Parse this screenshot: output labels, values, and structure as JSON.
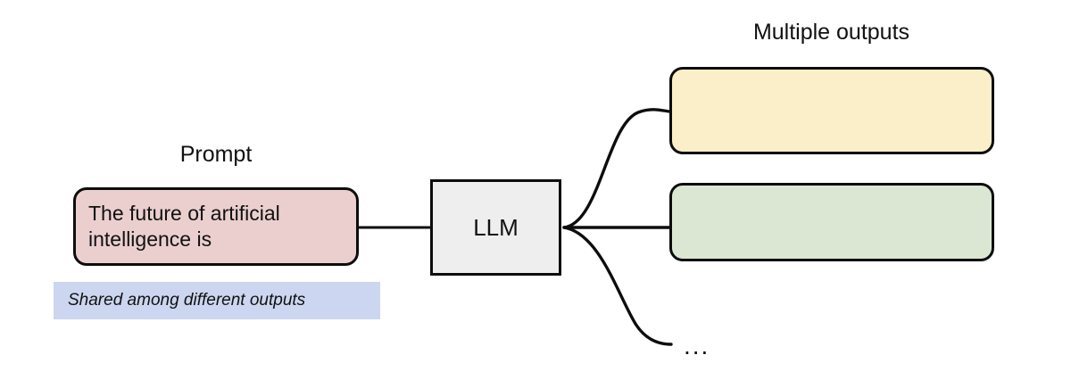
{
  "diagram": {
    "title_prompt_label": "Prompt",
    "title_outputs_label": "Multiple outputs",
    "prompt_text": "The future of artificial intelligence is",
    "shared_note": "Shared among different outputs",
    "model_label": "LLM",
    "ellipsis": "...",
    "outputs": [
      {
        "label": "",
        "color": "#faefc8"
      },
      {
        "label": "",
        "color": "#dce7d3"
      }
    ],
    "colors": {
      "prompt_fill": "#ebcfcf",
      "model_fill": "#eeeeee",
      "note_fill": "#ccd6f0",
      "output_1_fill": "#faefc8",
      "output_2_fill": "#dce7d3",
      "stroke": "#0d0d0d",
      "background": "#ffffff",
      "text": "#111111"
    }
  }
}
